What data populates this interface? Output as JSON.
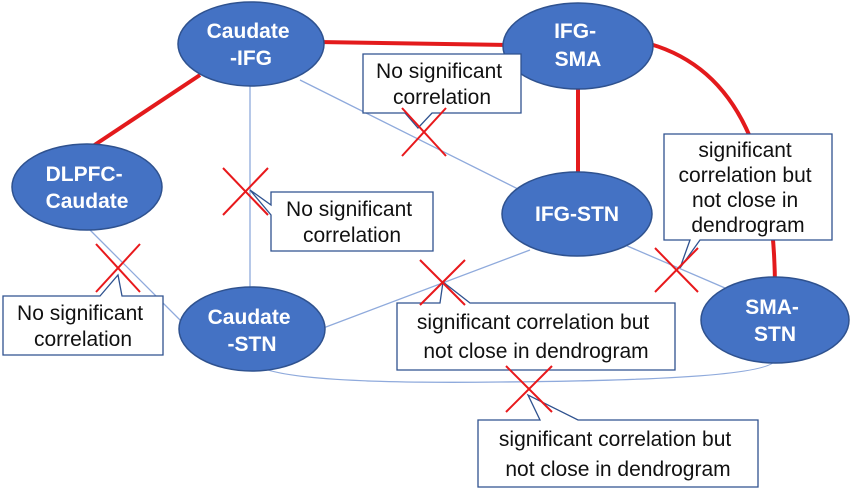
{
  "colors": {
    "node_fill": "#4472C4",
    "node_stroke": "#2F528F",
    "strong_link": "#E31A1C",
    "weak_link": "#8FAADC",
    "cross_mark": "#E8191C",
    "callout_stroke": "#2F528F"
  },
  "nodes": {
    "caudate_ifg": [
      "Caudate",
      "-IFG"
    ],
    "ifg_sma": [
      "IFG-",
      "SMA"
    ],
    "dlpfc_caudate": [
      "DLPFC-",
      "Caudate"
    ],
    "ifg_stn": [
      "IFG-STN"
    ],
    "caudate_stn": [
      "Caudate",
      "-STN"
    ],
    "sma_stn": [
      "SMA-",
      "STN"
    ]
  },
  "callouts": {
    "top": [
      "No significant",
      "correlation"
    ],
    "middle": [
      "No significant",
      "correlation"
    ],
    "left": [
      "No significant",
      "correlation"
    ],
    "right": [
      "significant",
      "correlation but",
      "not close in",
      "dendrogram"
    ],
    "center": [
      "significant correlation but",
      "not close in dendrogram"
    ],
    "bottom": [
      "significant correlation but",
      "not close in dendrogram"
    ]
  }
}
